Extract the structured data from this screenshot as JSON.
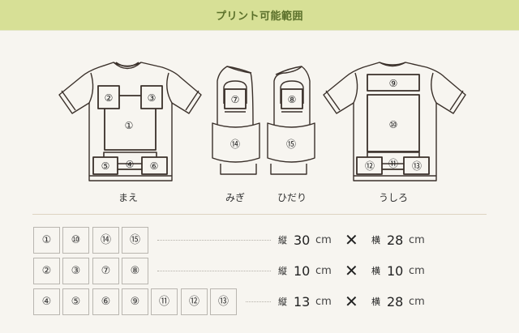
{
  "header": {
    "title": "プリント可能範囲"
  },
  "views": [
    {
      "id": "front",
      "label": "まえ",
      "areas": [
        "①",
        "②",
        "③",
        "④",
        "⑤",
        "⑥"
      ]
    },
    {
      "id": "right-sleeve",
      "label": "みぎ",
      "areas": [
        "⑦",
        "⑭"
      ]
    },
    {
      "id": "left-sleeve",
      "label": "ひだり",
      "areas": [
        "⑧",
        "⑮"
      ]
    },
    {
      "id": "back",
      "label": "うしろ",
      "areas": [
        "⑨",
        "⑩",
        "⑪",
        "⑫",
        "⑬"
      ]
    }
  ],
  "size_table": [
    {
      "areas": [
        "①",
        "⑩",
        "⑭",
        "⑮"
      ],
      "height_label": "縦",
      "height": "30",
      "height_unit": "cm",
      "times": "✕",
      "width_label": "横",
      "width": "28",
      "width_unit": "cm"
    },
    {
      "areas": [
        "②",
        "③",
        "⑦",
        "⑧"
      ],
      "height_label": "縦",
      "height": "10",
      "height_unit": "cm",
      "times": "✕",
      "width_label": "横",
      "width": "10",
      "width_unit": "cm"
    },
    {
      "areas": [
        "④",
        "⑤",
        "⑥",
        "⑨",
        "⑪",
        "⑫",
        "⑬"
      ],
      "height_label": "縦",
      "height": "13",
      "height_unit": "cm",
      "times": "✕",
      "width_label": "横",
      "width": "28",
      "width_unit": "cm"
    }
  ],
  "colors": {
    "header_bg": "#d7e096",
    "header_text": "#5a6f2a",
    "page_bg": "#f7f5f0",
    "line": "#3a302a"
  }
}
